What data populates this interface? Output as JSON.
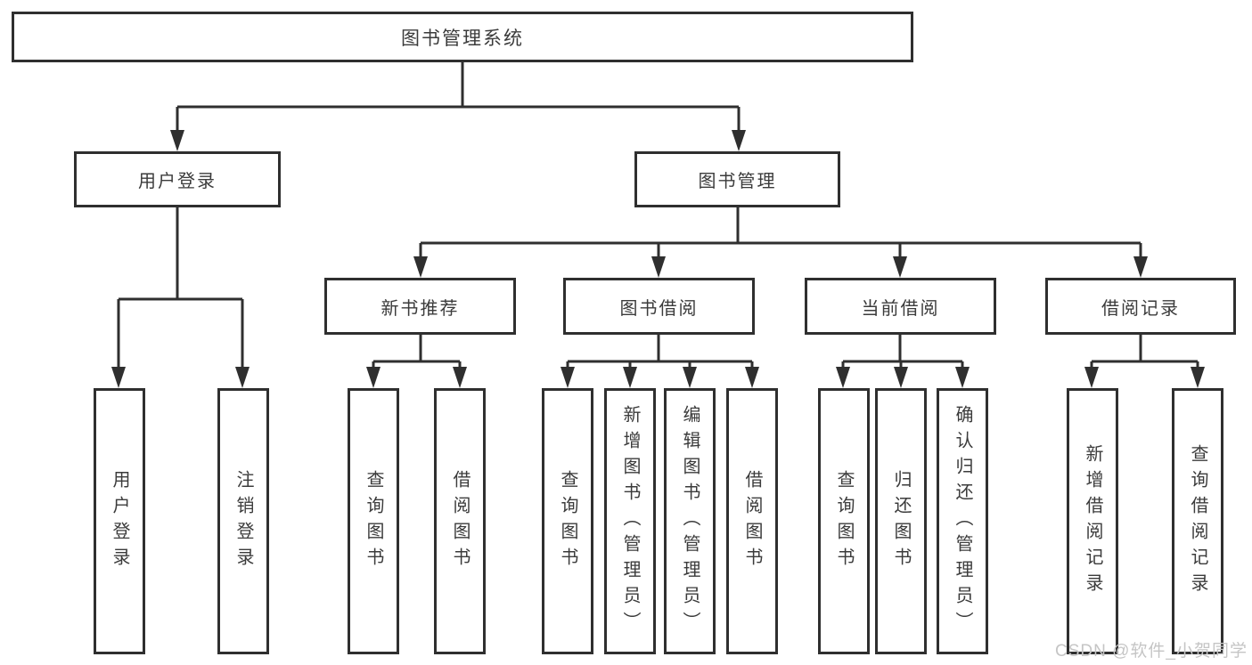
{
  "tree": {
    "root": {
      "label": "图书管理系统"
    },
    "branches": [
      {
        "label": "用户登录",
        "children": [
          {
            "label": "用户登录"
          },
          {
            "label": "注销登录"
          }
        ]
      },
      {
        "label": "图书管理",
        "children": [
          {
            "label": "新书推荐",
            "children": [
              {
                "label": "查询图书"
              },
              {
                "label": "借阅图书"
              }
            ]
          },
          {
            "label": "图书借阅",
            "children": [
              {
                "label": "查询图书"
              },
              {
                "label": "新增图书（管理员）"
              },
              {
                "label": "编辑图书（管理员）"
              },
              {
                "label": "借阅图书"
              }
            ]
          },
          {
            "label": "当前借阅",
            "children": [
              {
                "label": "查询图书"
              },
              {
                "label": "归还图书"
              },
              {
                "label": "确认归还（管理员）"
              }
            ]
          },
          {
            "label": "借阅记录",
            "children": [
              {
                "label": "新增借阅记录"
              },
              {
                "label": "查询借阅记录"
              }
            ]
          }
        ]
      }
    ]
  },
  "watermark": {
    "text": "CSDN @软件_小贺同学"
  },
  "colors": {
    "line": "#2f2f2f",
    "text": "#3b3b3b",
    "watermark": "#c5c5c5",
    "background": "#ffffff"
  }
}
